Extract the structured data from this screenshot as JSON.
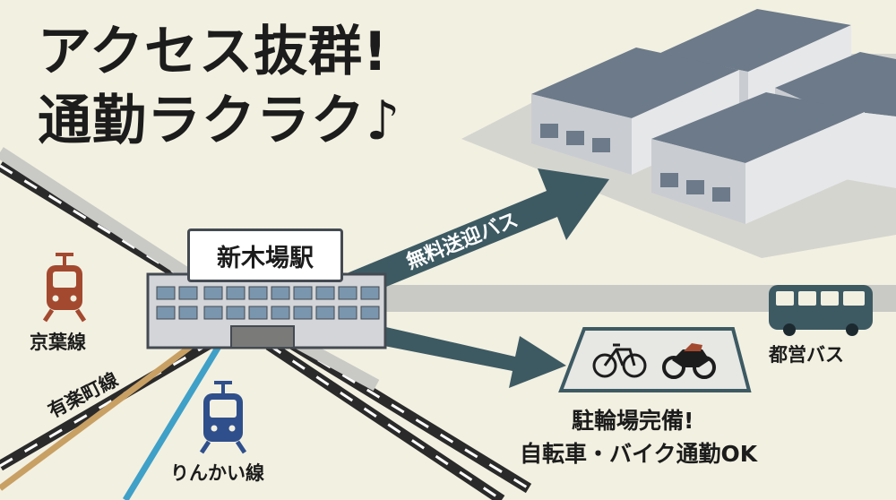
{
  "headline": {
    "line1": "アクセス抜群!",
    "line2": "通勤ラクラク♪"
  },
  "station": {
    "name": "新木場駅"
  },
  "lines": {
    "keiyo": "京葉線",
    "yurakucho": "有楽町線",
    "rinkai": "りんかい線"
  },
  "routes": {
    "shuttle": "無料送迎バス",
    "city_bus": "都営バス"
  },
  "parking": {
    "line1": "駐輪場完備!",
    "line2": "自転車・バイク通勤OK"
  },
  "icons": [
    "train-icon-keiyo",
    "train-icon-rinkai",
    "bus-icon",
    "bicycle-icon",
    "motorcycle-icon"
  ],
  "colors": {
    "background": "#f2f0e1",
    "arrow": "#3d5a63",
    "keiyo_train": "#a3492f",
    "rinkai_train": "#2f4f8c",
    "bus": "#3d5a63",
    "yurakucho_line": "#c8a064",
    "rinkai_line": "#3fa0c8"
  }
}
